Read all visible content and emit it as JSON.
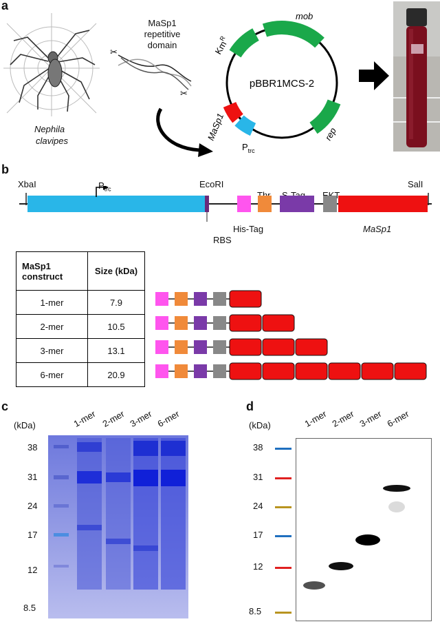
{
  "panel_labels": {
    "a": "a",
    "b": "b",
    "c": "c",
    "d": "d"
  },
  "panel_a": {
    "species_line1": "Nephila",
    "species_line2": "clavipes",
    "domain_line1": "MaSp1",
    "domain_line2": "repetitive",
    "domain_line3": "domain",
    "plasmid_name": "pBBR1MCS-2",
    "km_label": "Km",
    "km_sup": "R",
    "mob_label": "mob",
    "rep_label": "rep",
    "masp1_label": "MaSp1",
    "ptrc_label": "P",
    "ptrc_sub": "trc"
  },
  "panel_b": {
    "xbai": "XbaI",
    "ptrc": "P",
    "ptrc_sub": "trc",
    "ecori": "EcoRI",
    "thr": "Thr",
    "stag": "S-Tag",
    "ekt": "EKT",
    "sali": "SalI",
    "rbs": "RBS",
    "histag": "His-Tag",
    "masp1": "MaSp1",
    "table": {
      "header_col1_line1": "MaSp1",
      "header_col1_line2": "construct",
      "header_col2": "Size (kDa)",
      "rows": [
        {
          "construct": "1-mer",
          "size": "7.9",
          "repeats": 1
        },
        {
          "construct": "2-mer",
          "size": "10.5",
          "repeats": 2
        },
        {
          "construct": "3-mer",
          "size": "13.1",
          "repeats": 3
        },
        {
          "construct": "6-mer",
          "size": "20.9",
          "repeats": 6
        }
      ]
    },
    "colors": {
      "ptrc": "#29b6e8",
      "rbs": "#6a2a7a",
      "histag": "#ff55ee",
      "thr": "#f08a3a",
      "stag": "#7a3aa8",
      "ekt": "#888888",
      "masp1": "#ee1111"
    }
  },
  "panel_c": {
    "unit": "(kDa)",
    "markers": [
      "38",
      "31",
      "24",
      "17",
      "12",
      "8.5"
    ],
    "lanes": [
      "1-mer",
      "2-mer",
      "3-mer",
      "6-mer"
    ]
  },
  "panel_d": {
    "unit": "(kDa)",
    "markers": [
      {
        "label": "38",
        "color": "#1f6fbf"
      },
      {
        "label": "31",
        "color": "#e02020"
      },
      {
        "label": "24",
        "color": "#b89420"
      },
      {
        "label": "17",
        "color": "#1f6fbf"
      },
      {
        "label": "12",
        "color": "#e02020"
      },
      {
        "label": "8.5",
        "color": "#b89420"
      }
    ],
    "lanes": [
      "1-mer",
      "2-mer",
      "3-mer",
      "6-mer"
    ]
  },
  "colors": {
    "plasmid_green": "#1aa84a",
    "masp1_red": "#ee1111",
    "ptrc_blue": "#29b6e8",
    "gel_blue": "#3a4fe0",
    "wine": "#7a0f1e"
  }
}
